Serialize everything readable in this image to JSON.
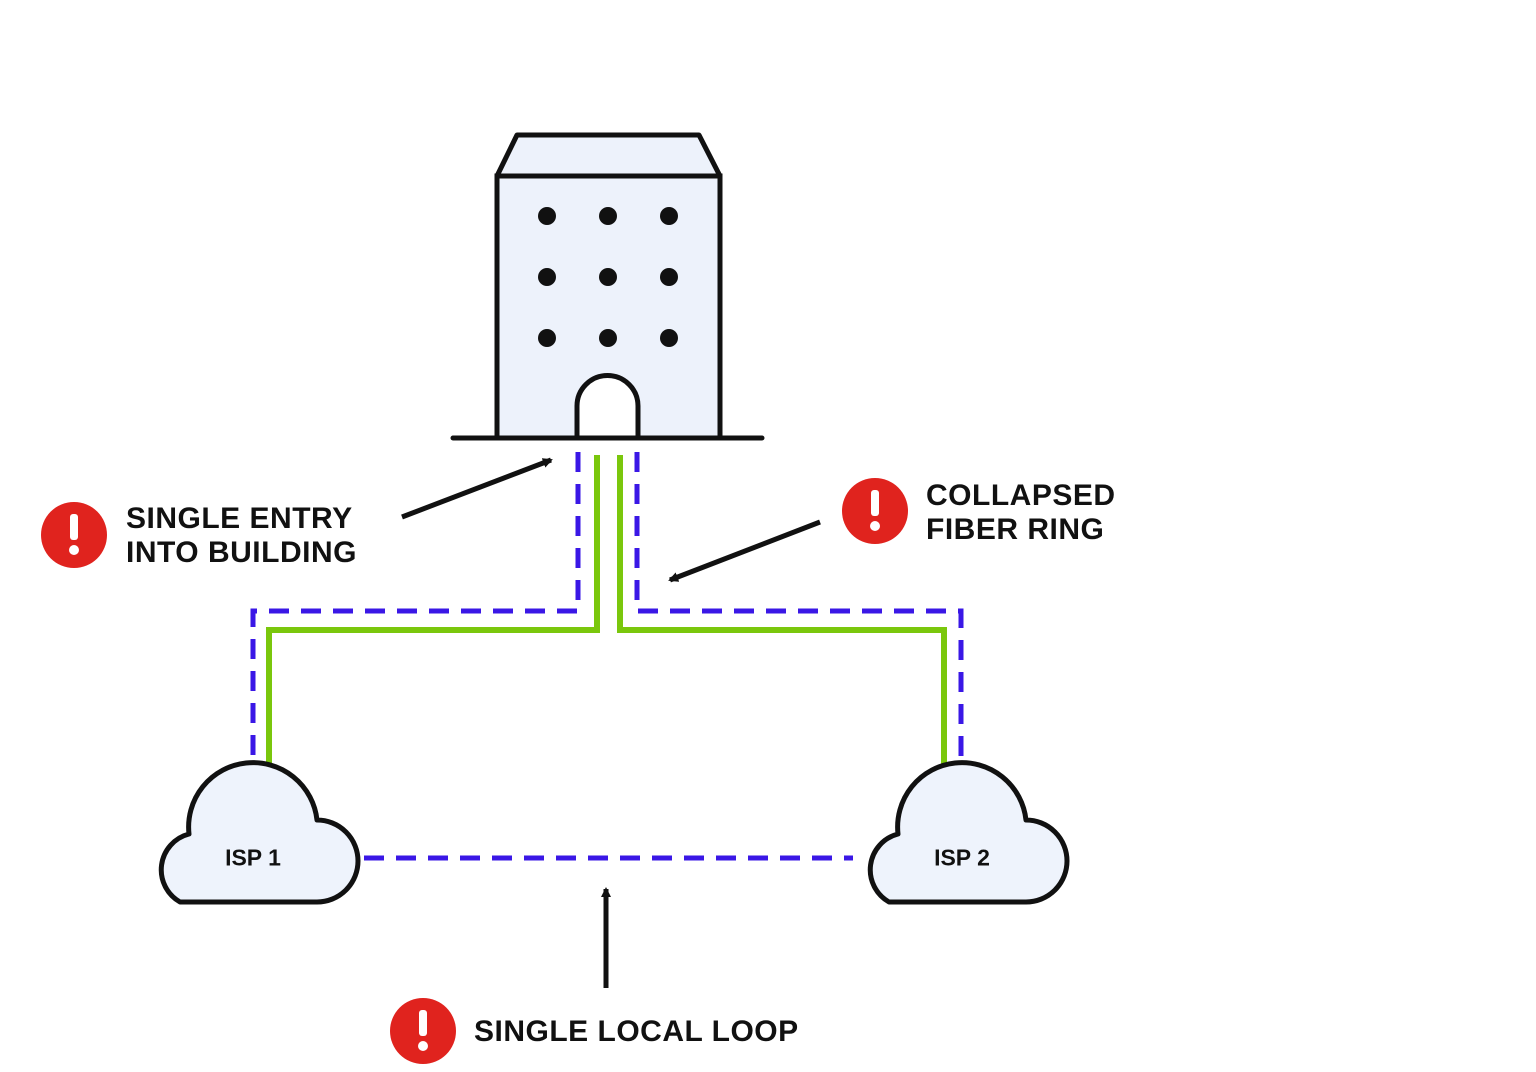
{
  "colors": {
    "outline": "#111111",
    "building_fill": "#edf2fb",
    "cloud_fill": "#eef3fc",
    "fiber_green": "#7ac70c",
    "loop_blue": "#3a17e6",
    "alert_red": "#e0231e"
  },
  "icons": [
    "building-icon",
    "cloud-icon",
    "alert-icon",
    "arrow-icon"
  ],
  "nodes": {
    "isp1": {
      "label": "ISP 1"
    },
    "isp2": {
      "label": "ISP 2"
    }
  },
  "callouts": {
    "single_entry": {
      "line1": "SINGLE ENTRY",
      "line2": "INTO BUILDING"
    },
    "collapsed_ring": {
      "line1": "COLLAPSED",
      "line2": "FIBER RING"
    },
    "local_loop": {
      "line1": "SINGLE LOCAL LOOP"
    }
  }
}
